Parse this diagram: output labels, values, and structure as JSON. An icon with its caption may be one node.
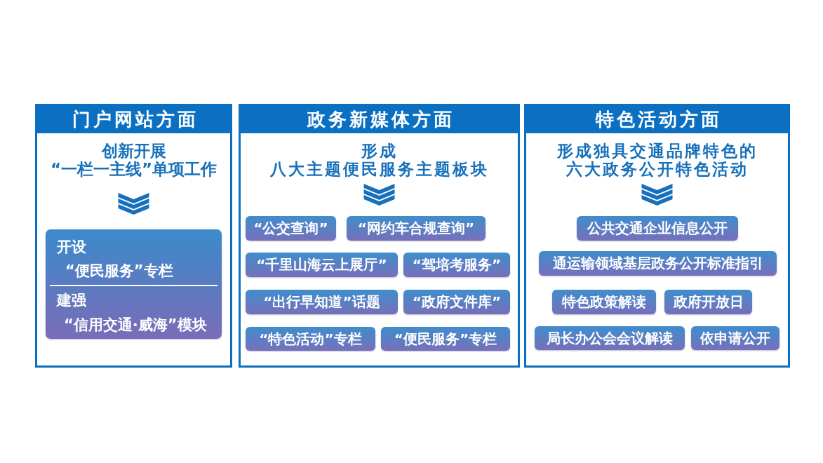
{
  "diagram": {
    "nodes": [
      {
        "text": [
          "门户网站方面"
        ]
      },
      {
        "text": [
          "创新开展“一栏一主线”单项工作"
        ],
        "in": 0
      },
      {
        "text": [
          "开设",
          "“便民服务”专栏",
          "建强",
          "“信用交通·威海”模块"
        ],
        "in": 0
      },
      {
        "text": [
          "政务新媒体方面"
        ]
      },
      {
        "text": [
          "形成八大主题便民服务主题板块"
        ],
        "in": 3
      },
      {
        "text": [
          "“公交查询”"
        ],
        "in": 3
      },
      {
        "text": [
          "“网约车合规查询”"
        ],
        "in": 3
      },
      {
        "text": [
          "“千里山海云上展厅”"
        ],
        "in": 3
      },
      {
        "text": [
          "“驾培考服务”"
        ],
        "in": 3
      },
      {
        "text": [
          "“出行早知道”话题"
        ],
        "in": 3
      },
      {
        "text": [
          "“政府文件库”"
        ],
        "in": 3
      },
      {
        "text": [
          "“特色活动”专栏"
        ],
        "in": 3
      },
      {
        "text": [
          "“便民服务”专栏"
        ],
        "in": 3
      },
      {
        "text": [
          "特色活动方面"
        ]
      },
      {
        "text": [
          "形成独具交通品牌特色的六大政务公开特色活动"
        ],
        "in": 13
      },
      {
        "text": [
          "公共交通企业信息公开"
        ],
        "in": 13
      },
      {
        "text": [
          "通运输领域基层政务公开标准指引"
        ],
        "in": 13
      },
      {
        "text": [
          "特色政策解读"
        ],
        "in": 13
      },
      {
        "text": [
          "政府开放日"
        ],
        "in": 13
      },
      {
        "text": [
          "局长办公会会议解读"
        ],
        "in": 13
      },
      {
        "text": [
          "依申请公开"
        ],
        "in": 13
      }
    ],
    "edges": [
      {
        "from": 1,
        "to": 2,
        "arrow": "to"
      },
      {
        "from": 4,
        "to": null,
        "arrow": "to"
      },
      {
        "from": 14,
        "to": null,
        "arrow": "to"
      }
    ]
  }
}
